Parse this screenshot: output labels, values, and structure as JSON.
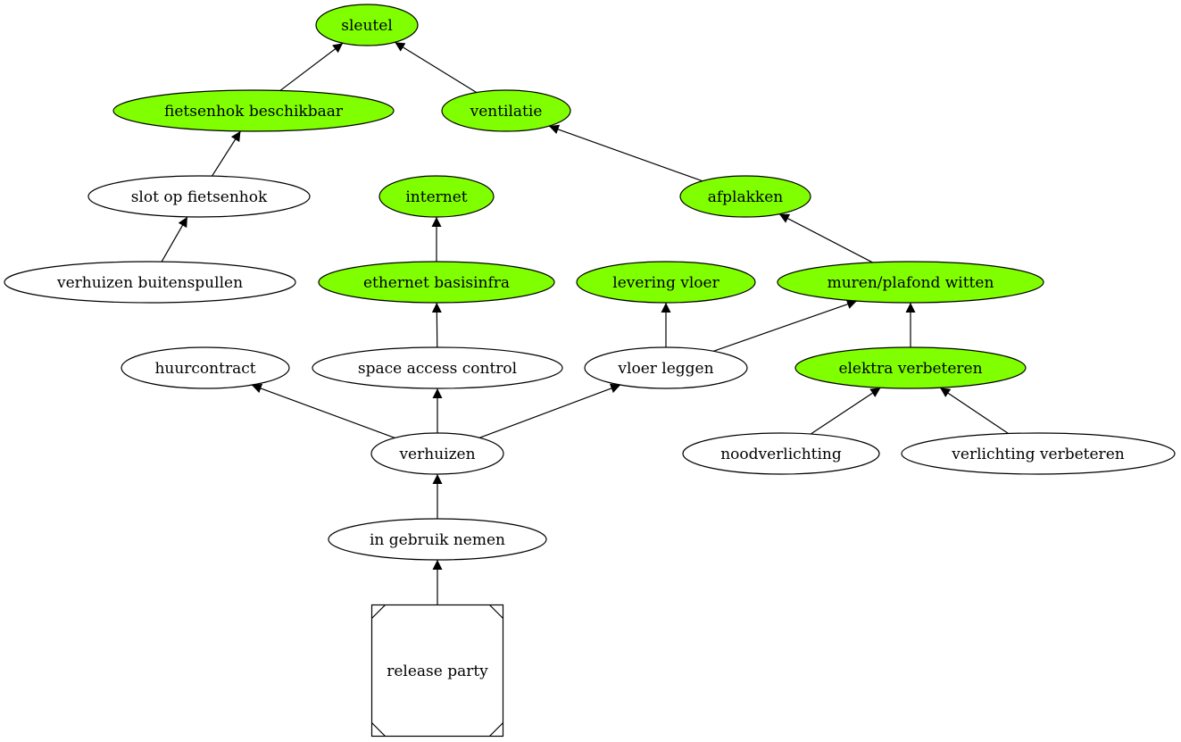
{
  "diagram": {
    "type": "directed-graph",
    "done_color": "#7fff00",
    "todo_color": "#ffffff",
    "edge_color": "#000000",
    "nodes": [
      {
        "id": "sleutel",
        "label": "sleutel",
        "done": true
      },
      {
        "id": "fietsenhok_beschikbaar",
        "label": "fietsenhok beschikbaar",
        "done": true
      },
      {
        "id": "ventilatie",
        "label": "ventilatie",
        "done": true
      },
      {
        "id": "slot_op_fietsenhok",
        "label": "slot op fietsenhok",
        "done": false
      },
      {
        "id": "internet",
        "label": "internet",
        "done": true
      },
      {
        "id": "afplakken",
        "label": "afplakken",
        "done": true
      },
      {
        "id": "verhuizen_buitenspullen",
        "label": "verhuizen buitenspullen",
        "done": false
      },
      {
        "id": "ethernet_basisinfra",
        "label": "ethernet basisinfra",
        "done": true
      },
      {
        "id": "levering_vloer",
        "label": "levering vloer",
        "done": true
      },
      {
        "id": "muren_plafond_witten",
        "label": "muren/plafond witten",
        "done": true
      },
      {
        "id": "huurcontract",
        "label": "huurcontract",
        "done": false
      },
      {
        "id": "space_access_control",
        "label": "space access control",
        "done": false
      },
      {
        "id": "vloer_leggen",
        "label": "vloer leggen",
        "done": false
      },
      {
        "id": "elektra_verbeteren",
        "label": "elektra verbeteren",
        "done": true
      },
      {
        "id": "verhuizen",
        "label": "verhuizen",
        "done": false
      },
      {
        "id": "noodverlichting",
        "label": "noodverlichting",
        "done": false
      },
      {
        "id": "verlichting_verbeteren",
        "label": "verlichting verbeteren",
        "done": false
      },
      {
        "id": "in_gebruik_nemen",
        "label": "in gebruik nemen",
        "done": false
      },
      {
        "id": "release_party",
        "label": "release party",
        "done": false,
        "shape": "msquare"
      }
    ],
    "edges": [
      {
        "from": "fietsenhok_beschikbaar",
        "to": "sleutel"
      },
      {
        "from": "ventilatie",
        "to": "sleutel"
      },
      {
        "from": "slot_op_fietsenhok",
        "to": "fietsenhok_beschikbaar"
      },
      {
        "from": "afplakken",
        "to": "ventilatie"
      },
      {
        "from": "verhuizen_buitenspullen",
        "to": "slot_op_fietsenhok"
      },
      {
        "from": "ethernet_basisinfra",
        "to": "internet"
      },
      {
        "from": "muren_plafond_witten",
        "to": "afplakken"
      },
      {
        "from": "space_access_control",
        "to": "ethernet_basisinfra"
      },
      {
        "from": "vloer_leggen",
        "to": "levering_vloer"
      },
      {
        "from": "vloer_leggen",
        "to": "muren_plafond_witten"
      },
      {
        "from": "elektra_verbeteren",
        "to": "muren_plafond_witten"
      },
      {
        "from": "verhuizen",
        "to": "huurcontract"
      },
      {
        "from": "verhuizen",
        "to": "space_access_control"
      },
      {
        "from": "verhuizen",
        "to": "vloer_leggen"
      },
      {
        "from": "noodverlichting",
        "to": "elektra_verbeteren"
      },
      {
        "from": "verlichting_verbeteren",
        "to": "elektra_verbeteren"
      },
      {
        "from": "in_gebruik_nemen",
        "to": "verhuizen"
      },
      {
        "from": "release_party",
        "to": "in_gebruik_nemen"
      }
    ]
  }
}
